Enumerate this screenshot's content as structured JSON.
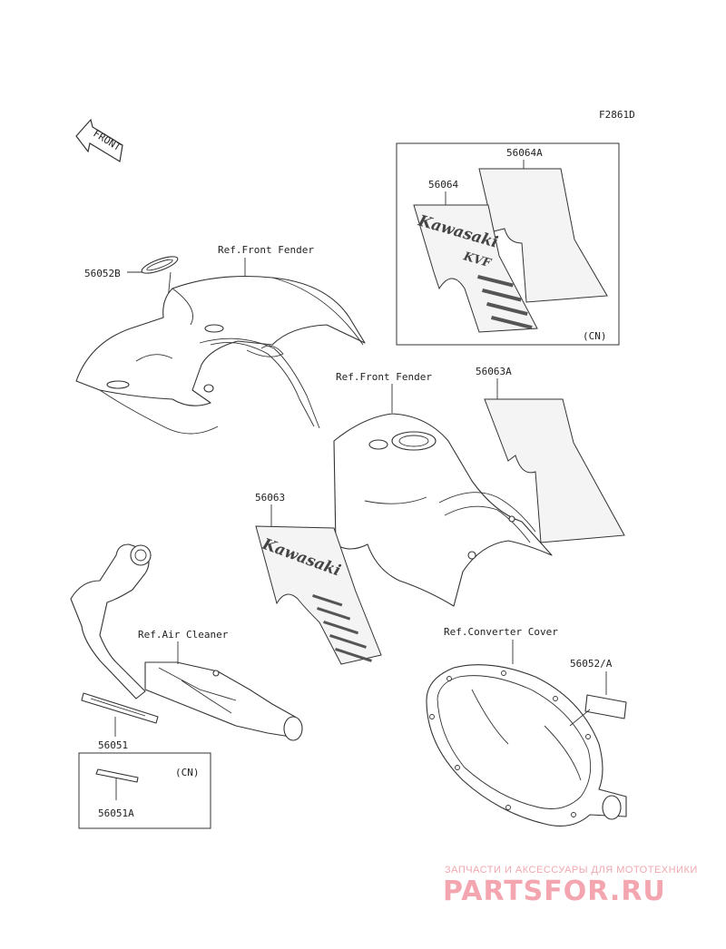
{
  "figure_code": "F2861D",
  "front_label": "FRONT",
  "labels": {
    "p56052b": "56052B",
    "ref_front_fender_1": "Ref.Front Fender",
    "p56064a": "56064A",
    "p56064": "56064",
    "cn_upper": "(CN)",
    "ref_front_fender_2": "Ref.Front Fender",
    "p56063a": "56063A",
    "p56063": "56063",
    "ref_air_cleaner": "Ref.Air Cleaner",
    "ref_converter_cover": "Ref.Converter Cover",
    "p56052a": "56052/A",
    "p56051": "56051",
    "cn_lower": "(CN)",
    "p56051a": "56051A"
  },
  "decal_text": {
    "brand": "Kawasaki",
    "model": "KVF"
  },
  "watermark": {
    "subtitle": "ЗАПЧАСТИ И АКСЕССУАРЫ ДЛЯ МОТОТЕХНИКИ",
    "logo": "PARTSFOR.RU"
  }
}
